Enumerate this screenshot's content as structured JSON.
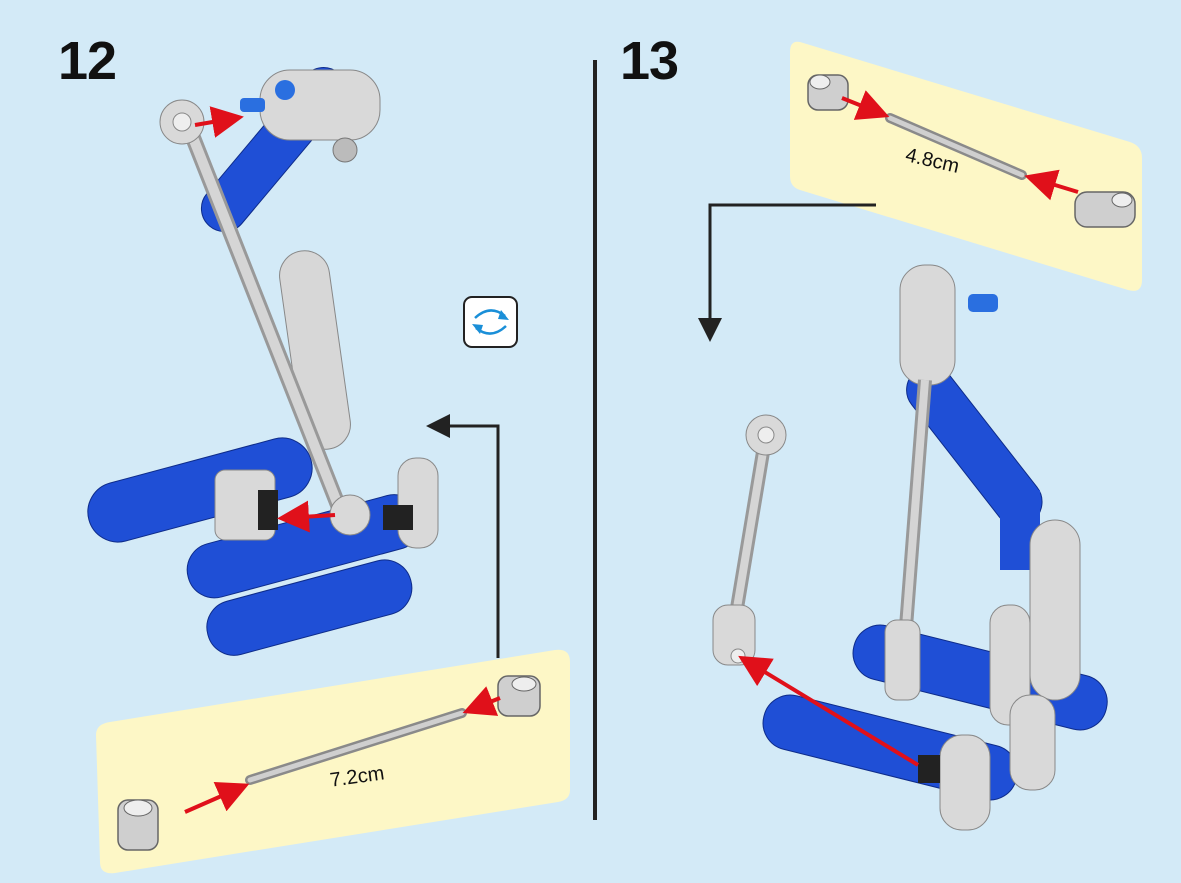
{
  "steps": [
    {
      "number": "12",
      "part_length": "7.2cm"
    },
    {
      "number": "13",
      "part_length": "4.8cm"
    }
  ],
  "icons": {
    "rotate": "rotate-model-icon"
  },
  "colors": {
    "background": "#d3eaf7",
    "callout": "#fdf7c6",
    "beam_blue": "#1f4fd6",
    "part_grey": "#d4d4d4",
    "arrow_red": "#e0101a"
  }
}
